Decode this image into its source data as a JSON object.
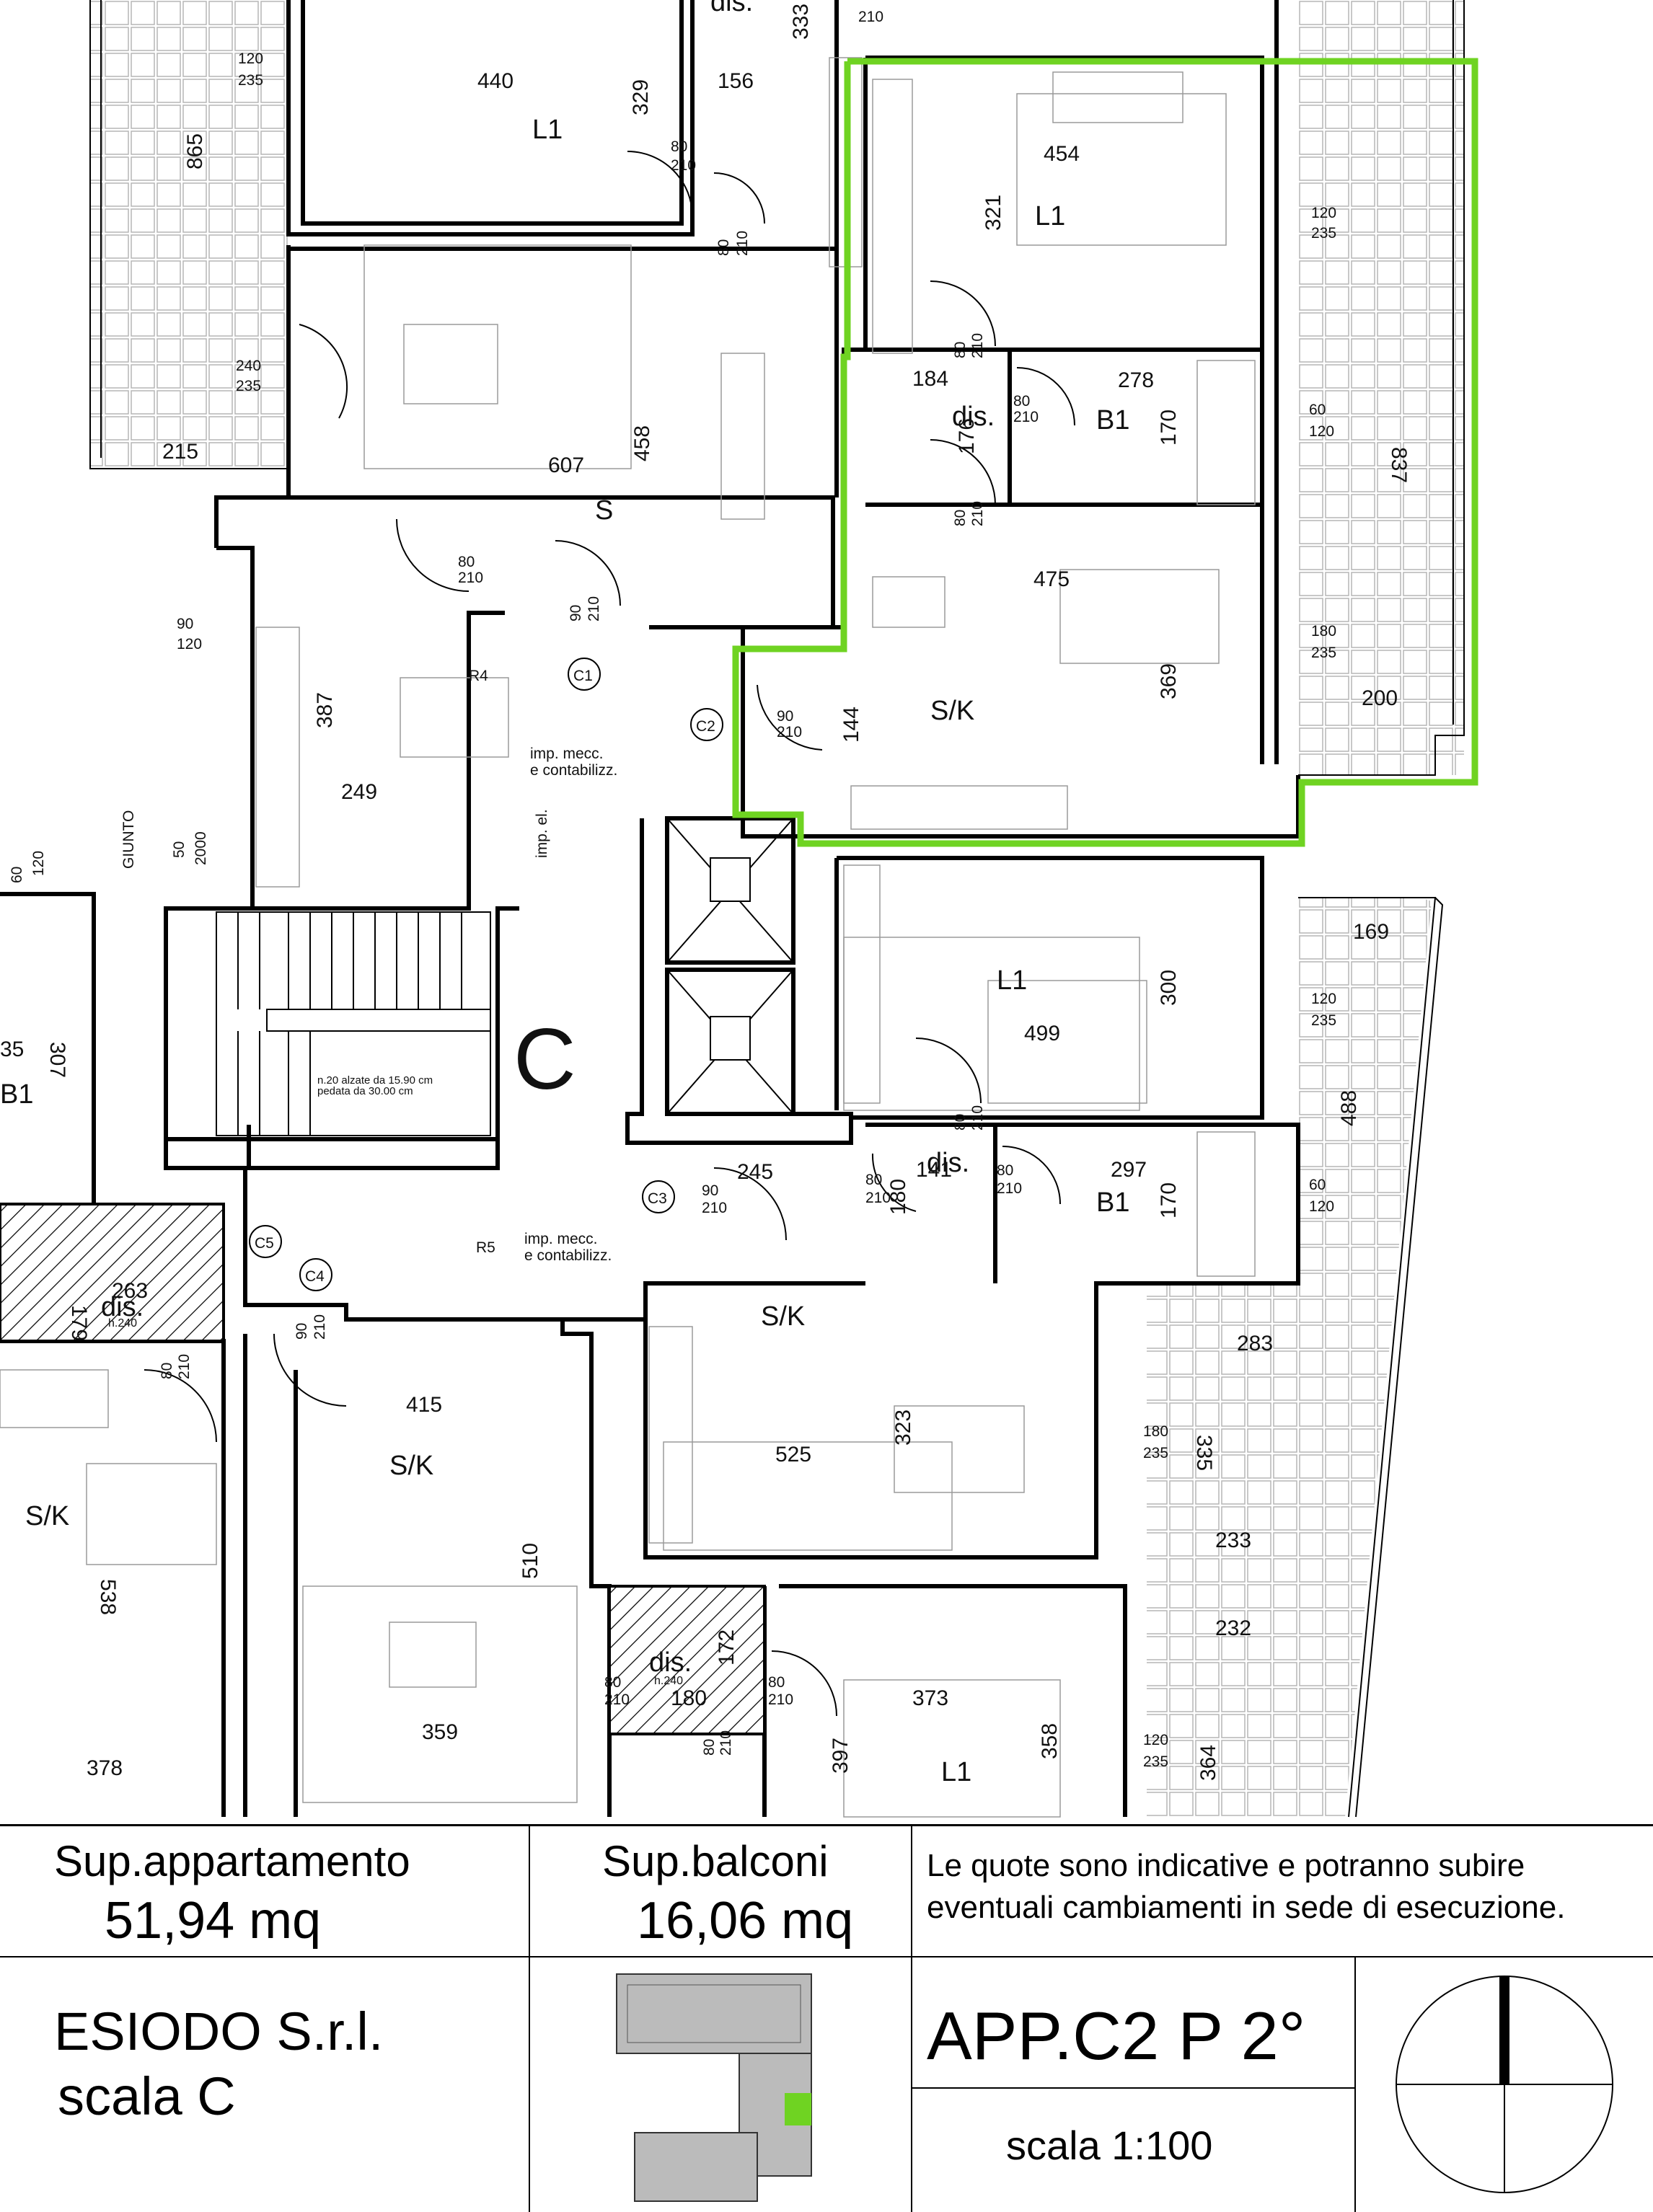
{
  "room_labels": {
    "l1_top_left": "L1",
    "s_living": "S",
    "l1_c2": "L1",
    "dis_c2": "dis.",
    "b1_c2": "B1",
    "sk_c2": "S/K",
    "l1_mid": "L1",
    "b1_mid": "B1",
    "dis_mid": "dis.",
    "sk_mid": "S/K",
    "sk_lower": "S/K",
    "sk_left": "S/K",
    "l1_bottom": "L1",
    "dis_top": "dis.",
    "dis_left": "dis.",
    "dis_bottom": "dis.",
    "b1_left": "B1",
    "stair_core": "C"
  },
  "dimensions": {
    "d440": "440",
    "d329": "329",
    "d156": "156",
    "d333": "333",
    "d865": "865",
    "d454": "454",
    "d321": "321",
    "d184": "184",
    "d278": "278",
    "d170a": "170",
    "d176": "176",
    "d837": "837",
    "d607": "607",
    "d458": "458",
    "d215": "215",
    "d475": "475",
    "d369": "369",
    "d144": "144",
    "d200": "200",
    "d387": "387",
    "d249": "249",
    "d169": "169",
    "d499": "499",
    "d300": "300",
    "d488": "488",
    "d141": "141",
    "d180a": "180",
    "d297": "297",
    "d170b": "170",
    "d245": "245",
    "d263": "263",
    "d179": "179",
    "d283": "283",
    "d415": "415",
    "d525": "525",
    "d323": "323",
    "d335": "335",
    "d233": "233",
    "d510": "510",
    "d232": "232",
    "d538": "538",
    "d373": "373",
    "d180b": "180",
    "d172": "172",
    "d397": "397",
    "d358": "358",
    "d364": "364",
    "d359": "359",
    "d378": "378",
    "d307": "307",
    "d35": "35",
    "d50": "50",
    "d2000": "2000",
    "d60": "60",
    "d120": "120"
  },
  "openings": {
    "o1": "120",
    "o1b": "235",
    "o2": "80",
    "o2b": "210",
    "o3": "80",
    "o3b": "210",
    "o4": "240",
    "o4b": "235",
    "o5": "80",
    "o5b": "210",
    "o6": "90",
    "o6b": "210",
    "o7": "90",
    "o7b": "120",
    "o8": "120",
    "o8b": "235",
    "o9": "80",
    "o9b": "210",
    "o10": "80",
    "o10b": "210",
    "o11": "80",
    "o11b": "210",
    "o12": "60",
    "o12b": "120",
    "o13": "90",
    "o13b": "210",
    "o14": "180",
    "o14b": "235",
    "o15": "120",
    "o15b": "235",
    "o16": "80",
    "o16b": "210",
    "o17": "80",
    "o17b": "210",
    "o18": "80",
    "o18b": "210",
    "o19": "60",
    "o19b": "120",
    "o20": "90",
    "o20b": "210",
    "o21": "90",
    "o21b": "210",
    "o22": "80",
    "o22b": "210",
    "o23": "180",
    "o23b": "235",
    "o24": "80",
    "o24b": "210",
    "o25": "80",
    "o25b": "210",
    "o26": "80",
    "o26b": "210",
    "o27": "120",
    "o27b": "235",
    "o28": "210"
  },
  "markers": {
    "c1": "C1",
    "c2": "C2",
    "c3": "C3",
    "c4": "C4",
    "c5": "C5"
  },
  "notes": {
    "giunto": "GIUNTO",
    "imp1a": "imp. mecc.",
    "imp1b": "e contabilizz.",
    "imp2a": "imp. mecc.",
    "imp2b": "e contabilizz.",
    "imp_el": "imp. el.",
    "stairs_a": "n.20 alzate da 15.90 cm",
    "stairs_b": "pedata da 30.00 cm",
    "r4": "R4",
    "r5": "R5",
    "h240a": "h.240",
    "h240b": "h.240"
  },
  "footer": {
    "sup_app_label": "Sup.appartamento",
    "sup_app_value": "51,94 mq",
    "sup_balc_label": "Sup.balconi",
    "sup_balc_value": "16,06 mq",
    "note_line1": "Le quote sono indicative e potranno subire",
    "note_line2": "eventuali cambiamenti in sede di esecuzione.",
    "company": "ESIODO S.r.l.",
    "stair": "scala C",
    "unit": "APP.C2 P 2°",
    "scale": "scala 1:100"
  },
  "colors": {
    "highlight": "#6FD322",
    "walls": "#000000",
    "furniture": "#9a9a9a"
  },
  "icons": {
    "compass": "north-arrow-icon",
    "keyplan": "keyplan-thumbnail"
  }
}
